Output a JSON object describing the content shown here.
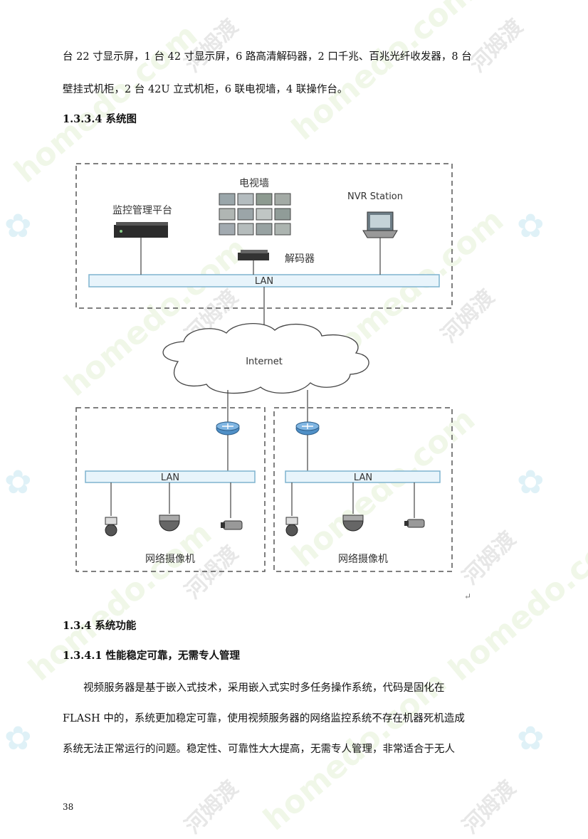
{
  "intro": {
    "line1": "台 22 寸显示屏，1 台 42 寸显示屏，6 路高清解码器，2 口千兆、百兆光纤收发器，8 台",
    "line2": "壁挂式机柜，2 台 42U 立式机柜，6 联电视墙，4 联操作台。"
  },
  "section_diagram": {
    "heading": "1.3.3.4 系统图"
  },
  "diagram": {
    "top_box": {
      "platform_label": "监控管理平台",
      "tvwall_label": "电视墙",
      "decoder_label": "解码器",
      "nvr_label": "NVR Station",
      "lan_label": "LAN"
    },
    "cloud_label": "Internet",
    "left_site": {
      "lan_label": "LAN",
      "camera_label": "网络摄像机"
    },
    "right_site": {
      "lan_label": "LAN",
      "camera_label": "网络摄像机"
    }
  },
  "section_function": {
    "heading": "1.3.4 系统功能",
    "subheading": "1.3.4.1 性能稳定可靠，无需专人管理",
    "para_lines": [
      "　　视频服务器是基于嵌入式技术，采用嵌入式实时多任务操作系统，代码是固化在",
      "FLASH 中的，系统更加稳定可靠，使用视频服务器的网络监控系统不存在机器死机造成",
      "系统无法正常运行的问题。稳定性、可靠性大大提高，无需专人管理，非常适合于无人"
    ]
  },
  "watermark": {
    "site": "homedo.com",
    "brand": "河姆渡"
  },
  "page_number": "38"
}
